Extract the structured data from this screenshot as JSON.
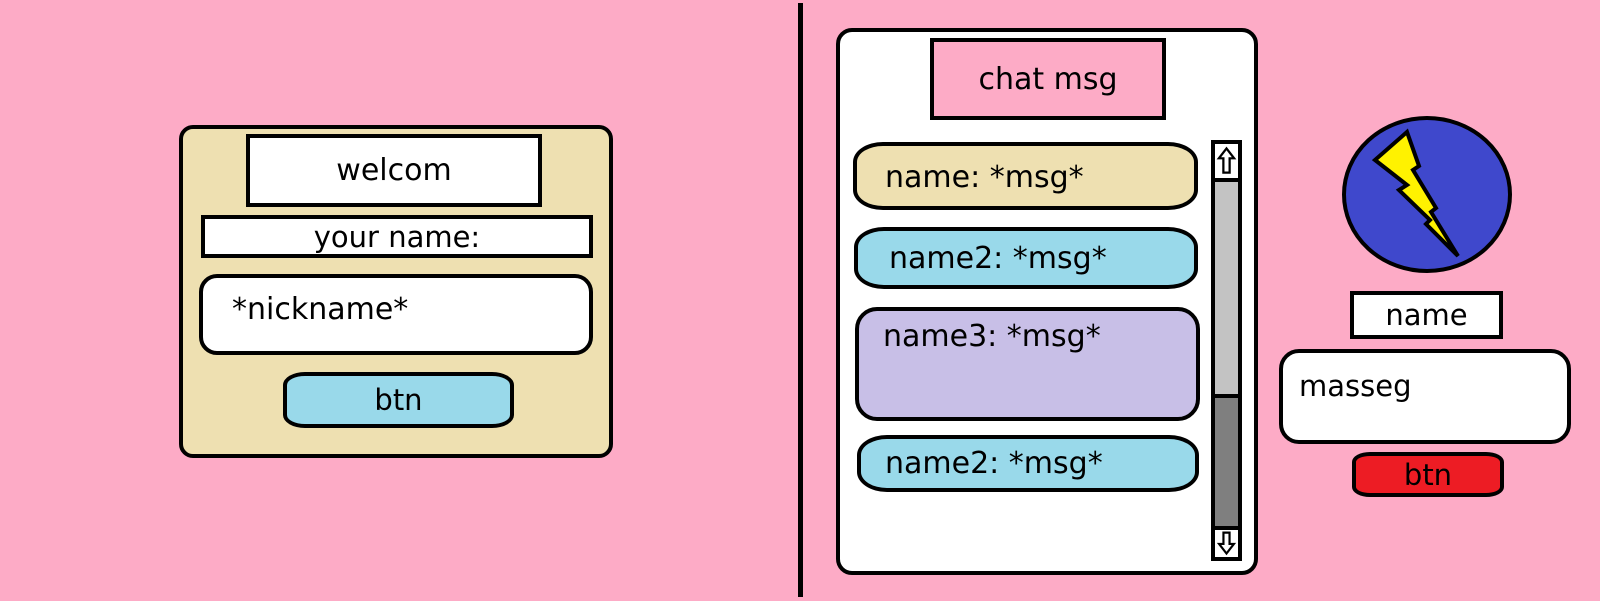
{
  "login": {
    "title": "welcom",
    "name_label": "your name:",
    "nickname_value": "*nickname*",
    "button_label": "btn"
  },
  "chat": {
    "title": "chat msg",
    "messages": [
      {
        "text": "name: *msg*",
        "color": "#EEE0B1"
      },
      {
        "text": "name2: *msg*",
        "color": "#99D9EA"
      },
      {
        "text": "name3: *msg*",
        "color": "#C8BFE7"
      },
      {
        "text": "name2: *msg*",
        "color": "#99D9EA"
      }
    ],
    "scrollbar": {
      "up_icon": "arrow-up-icon",
      "down_icon": "arrow-down-icon"
    }
  },
  "user": {
    "avatar_icon": "lightning-bolt-icon",
    "name": "name",
    "message_value": "masseg",
    "send_label": "btn"
  },
  "colors": {
    "background": "#FDABC6",
    "login_panel": "#EEE0B1",
    "button_blue": "#99D9EA",
    "send_red": "#ED1C24",
    "avatar_blue": "#3F48CC",
    "bolt_yellow": "#FFF200"
  }
}
